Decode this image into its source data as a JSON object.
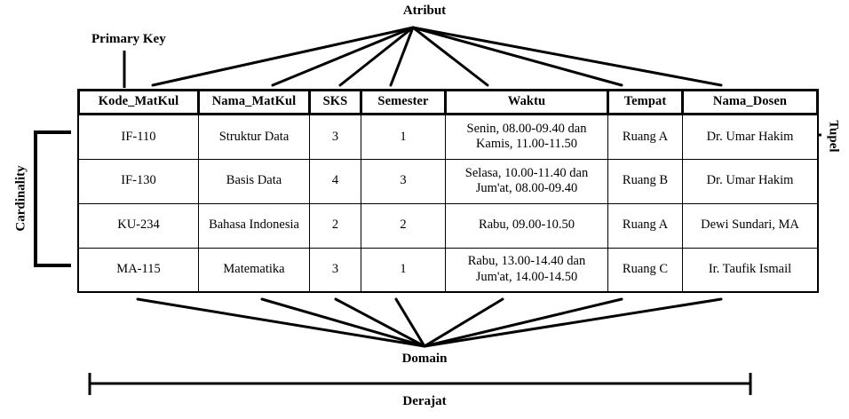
{
  "diagram": {
    "title_labels": {
      "atribut": "Atribut",
      "primary_key": "Primary Key",
      "cardinality": "Cardinality",
      "tupel": "Tupel",
      "domain": "Domain",
      "derajat": "Derajat"
    },
    "line_color": "#000000",
    "background_color": "#ffffff"
  },
  "table": {
    "columns": [
      "Kode_MatKul",
      "Nama_MatKul",
      "SKS",
      "Semester",
      "Waktu",
      "Tempat",
      "Nama_Dosen"
    ],
    "rows": [
      {
        "kode_matkul": "IF-110",
        "nama_matkul": "Struktur Data",
        "sks": "3",
        "semester": "1",
        "waktu_line1": "Senin, 08.00-09.40 dan",
        "waktu_line2": "Kamis, 11.00-11.50",
        "tempat": "Ruang A",
        "nama_dosen": "Dr. Umar Hakim"
      },
      {
        "kode_matkul": "IF-130",
        "nama_matkul": "Basis Data",
        "sks": "4",
        "semester": "3",
        "waktu_line1": "Selasa, 10.00-11.40 dan",
        "waktu_line2": "Jum'at, 08.00-09.40",
        "tempat": "Ruang B",
        "nama_dosen": "Dr. Umar Hakim"
      },
      {
        "kode_matkul": "KU-234",
        "nama_matkul": "Bahasa Indonesia",
        "sks": "2",
        "semester": "2",
        "waktu_line1": "Rabu, 09.00-10.50",
        "waktu_line2": "",
        "tempat": "Ruang A",
        "nama_dosen": "Dewi Sundari, MA"
      },
      {
        "kode_matkul": "MA-115",
        "nama_matkul": "Matematika",
        "sks": "3",
        "semester": "1",
        "waktu_line1": "Rabu, 13.00-14.40 dan",
        "waktu_line2": "Jum'at, 14.00-14.50",
        "tempat": "Ruang C",
        "nama_dosen": "Ir. Taufik Ismail"
      }
    ]
  }
}
